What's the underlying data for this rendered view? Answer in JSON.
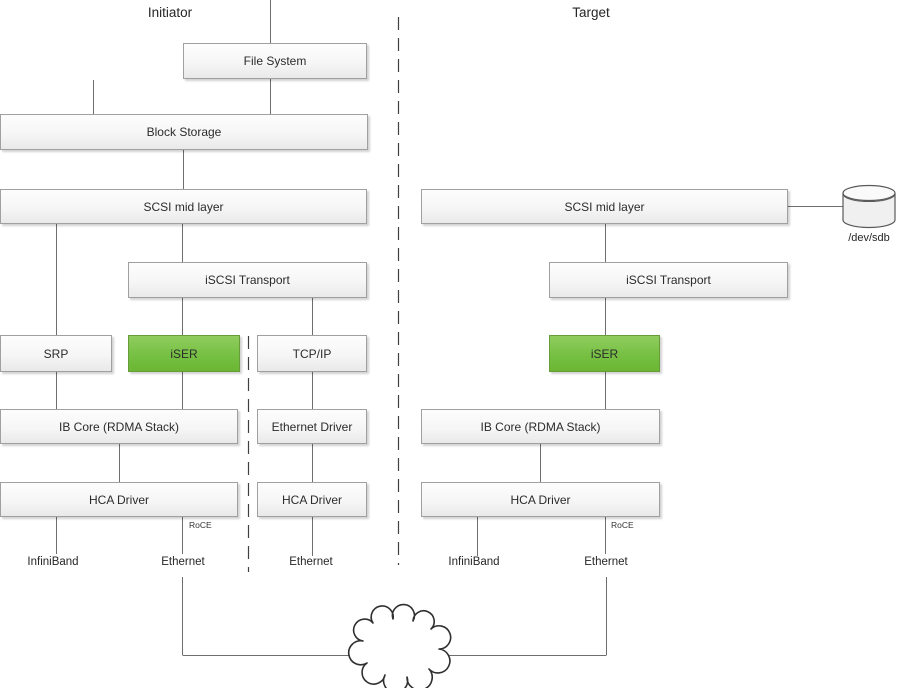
{
  "titles": {
    "initiator": "Initiator",
    "target": "Target"
  },
  "initiator": {
    "file_system": "File System",
    "block_storage": "Block Storage",
    "scsi_mid_layer": "SCSI mid layer",
    "iscsi_transport": "iSCSI Transport",
    "srp": "SRP",
    "iser": "iSER",
    "tcp_ip": "TCP/IP",
    "ib_core": "IB Core (RDMA Stack)",
    "ethernet_driver": "Ethernet Driver",
    "hca_driver_rdma": "HCA Driver",
    "hca_driver_eth": "HCA Driver",
    "roce": "RoCE",
    "port_infiniband": "InfiniBand",
    "port_ethernet_rdma": "Ethernet",
    "port_ethernet_tcp": "Ethernet"
  },
  "target": {
    "scsi_mid_layer": "SCSI mid layer",
    "iscsi_transport": "iSCSI Transport",
    "iser": "iSER",
    "ib_core": "IB Core (RDMA Stack)",
    "hca_driver": "HCA Driver",
    "roce": "RoCE",
    "port_infiniband": "InfiniBand",
    "port_ethernet": "Ethernet",
    "disk": "/dev/sdb"
  },
  "colors": {
    "iser_green": "#76c043",
    "iser_border": "#689c3a",
    "box_border": "#a0a0a0",
    "box_fill_bottom": "#e9e9e9",
    "connector": "#6e6e6e",
    "dashed_separator": "#404040",
    "text": "#2b2b2b"
  }
}
